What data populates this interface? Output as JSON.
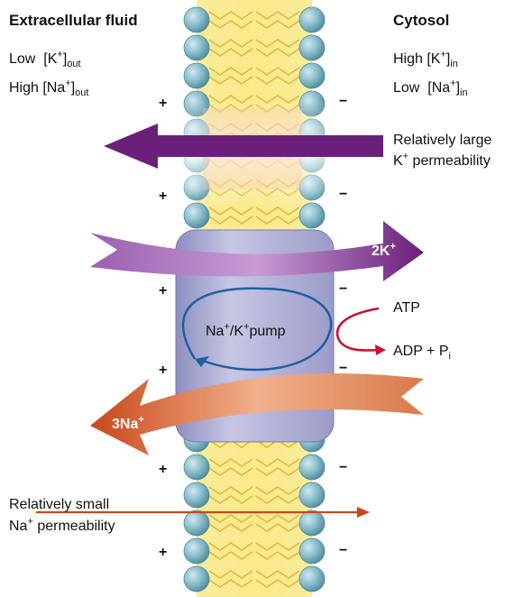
{
  "regions": {
    "left_title": "Extracellular fluid",
    "right_title": "Cytosol"
  },
  "left_conditions": [
    {
      "level": "Low",
      "ion": "K",
      "charge": "+",
      "suffix": "out"
    },
    {
      "level": "High",
      "ion": "Na",
      "charge": "+",
      "suffix": "out"
    }
  ],
  "right_conditions": [
    {
      "level": "High",
      "ion": "K",
      "charge": "+",
      "suffix": "in"
    },
    {
      "level": "Low",
      "ion": "Na",
      "charge": "+",
      "suffix": "in"
    }
  ],
  "membrane_signs": {
    "outside": "+",
    "inside": "−"
  },
  "k_channel": {
    "line1": "Relatively large",
    "line2_ion": "K",
    "line2_charge": "+",
    "line2_rest": " permeability"
  },
  "na_channel": {
    "line1": "Relatively small",
    "line2_ion": "Na",
    "line2_charge": "+",
    "line2_rest": " permeability"
  },
  "pump": {
    "ion1": "Na",
    "ion2": "K",
    "charge": "+",
    "word": "pump",
    "k_flux": {
      "count": "2K",
      "charge": "+"
    },
    "na_flux": {
      "count": "3Na",
      "charge": "+"
    }
  },
  "energy": {
    "atp": "ATP",
    "adp": "ADP + P",
    "pi_sub": "i"
  },
  "colors": {
    "k_arrow": "#6a1f7a",
    "na_arrow": "#c9471c",
    "pump_body": "#a9a9d2",
    "lipid_head": "#7fb6c4",
    "lipid_tail": "#f3e06a",
    "atp_arrow": "#c8102e",
    "pump_cycle": "#1d5fa0"
  }
}
